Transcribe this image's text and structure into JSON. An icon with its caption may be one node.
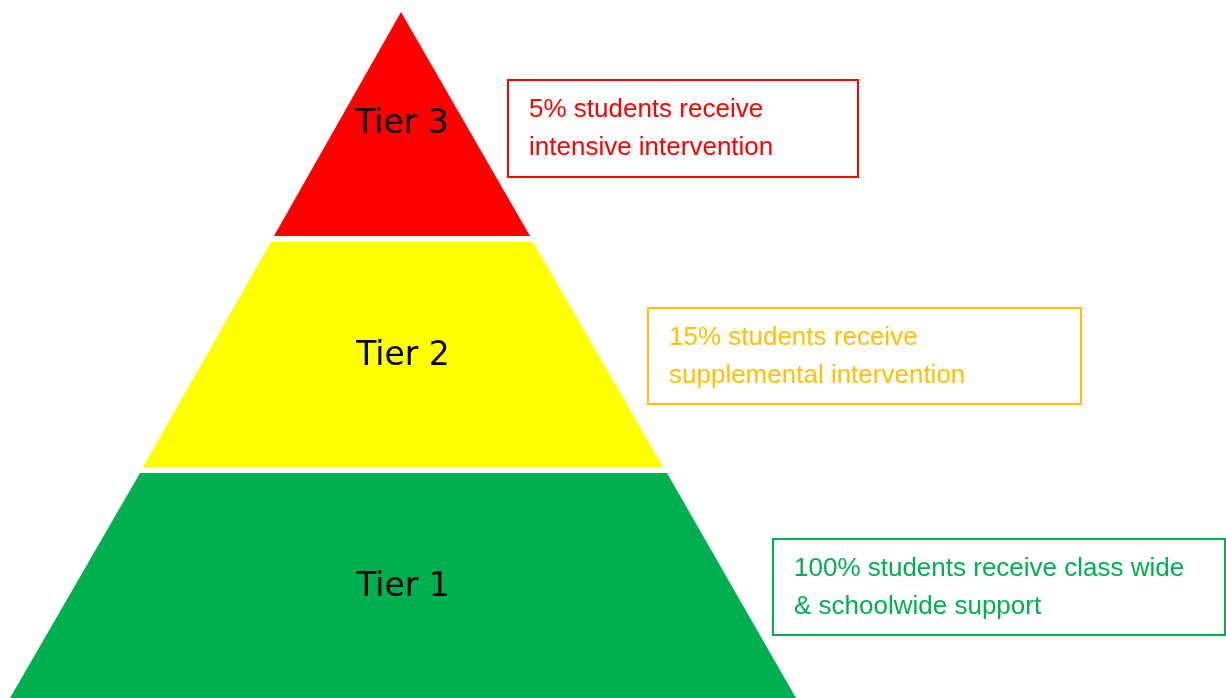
{
  "diagram": {
    "nodes": [
      {
        "text": [
          "Tier 3"
        ]
      },
      {
        "text": [
          "5% students receive intensive intervention"
        ]
      },
      {
        "text": [
          "Tier 2"
        ]
      },
      {
        "text": [
          "15% students receive supplemental intervention"
        ]
      },
      {
        "text": [
          "Tier 1"
        ]
      },
      {
        "text": [
          "100% students receive class wide & schoolwide support"
        ]
      }
    ]
  }
}
